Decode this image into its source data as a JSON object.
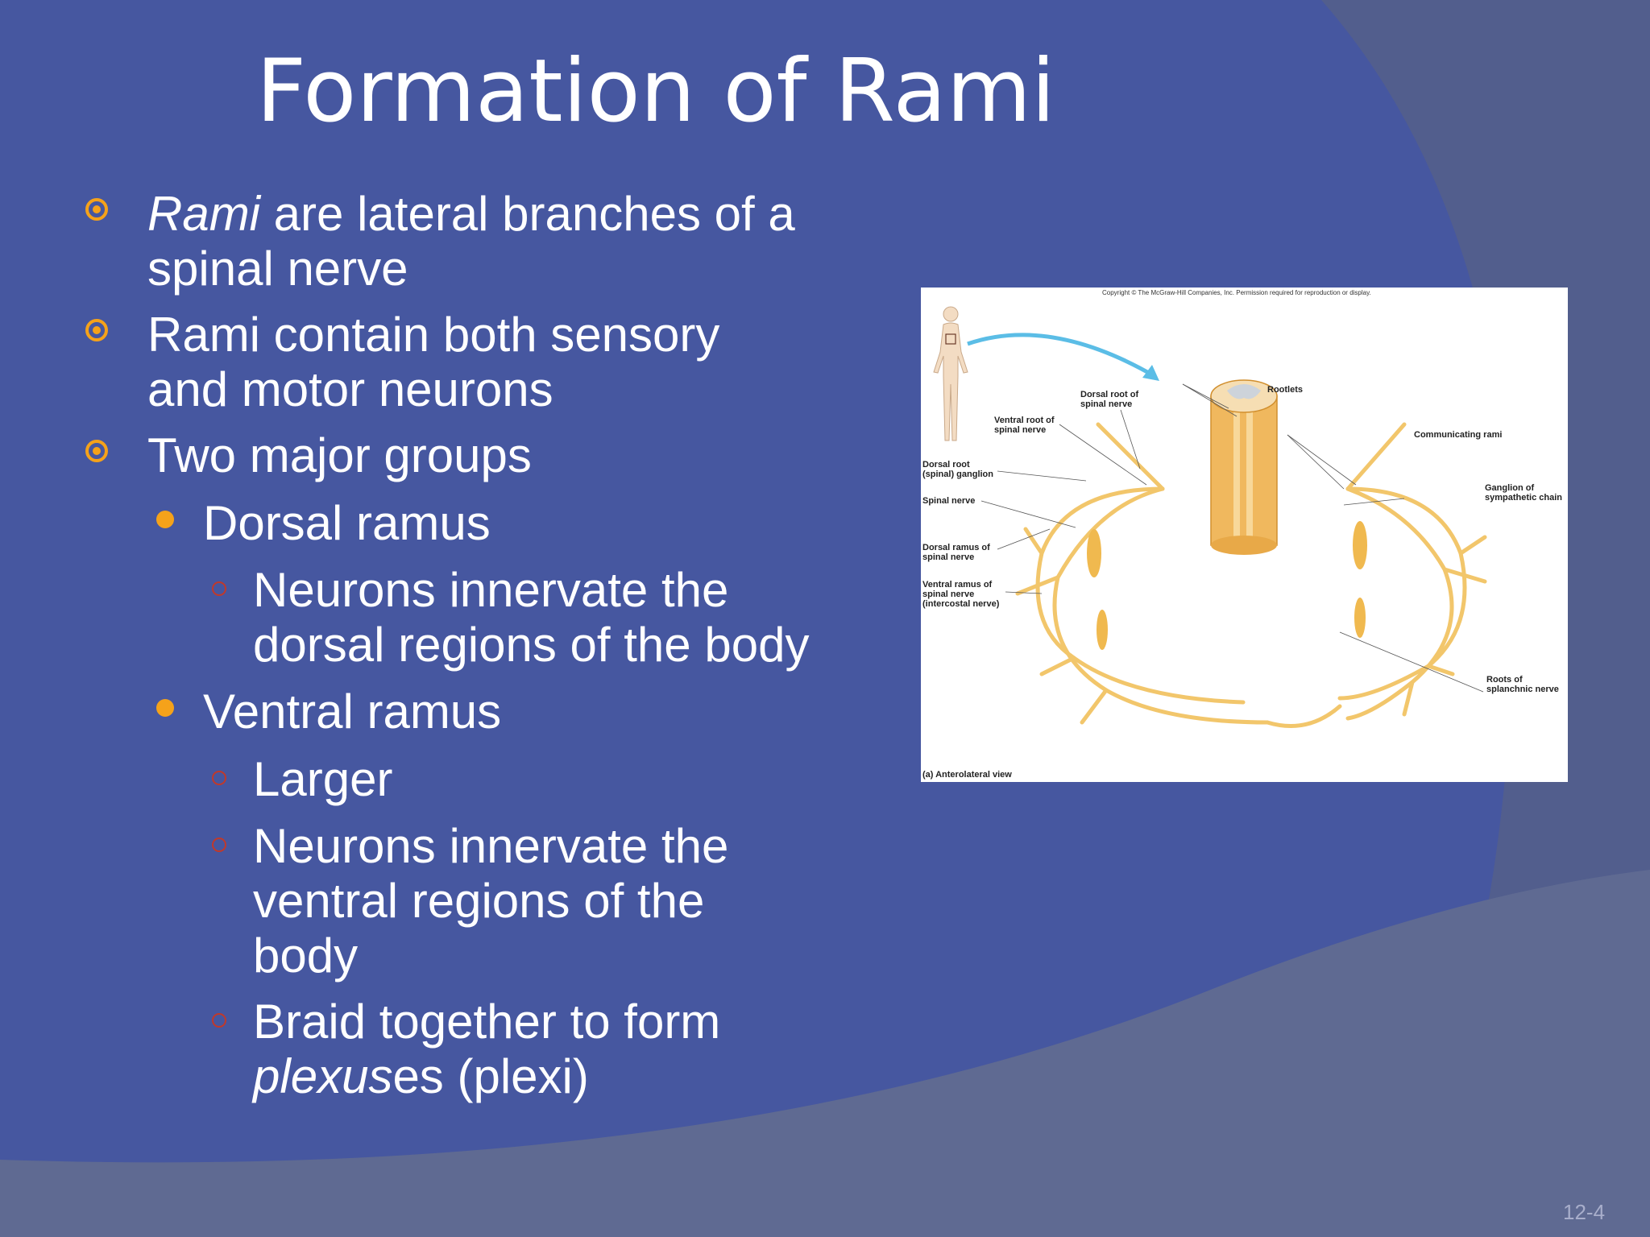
{
  "slide": {
    "title": "Formation of Rami",
    "page_number": "12-4"
  },
  "bullets": [
    {
      "level": 1,
      "lines": [
        {
          "italic": "Rami",
          "rest": " are lateral branches of a"
        },
        {
          "text": "spinal nerve"
        }
      ]
    },
    {
      "level": 1,
      "lines": [
        {
          "text": "Rami contain both sensory"
        },
        {
          "text": "and motor neurons"
        }
      ]
    },
    {
      "level": 1,
      "lines": [
        {
          "text": "Two major groups"
        }
      ]
    },
    {
      "level": 2,
      "lines": [
        {
          "text": "Dorsal ramus"
        }
      ]
    },
    {
      "level": 3,
      "lines": [
        {
          "text": "Neurons innervate the"
        },
        {
          "text": "dorsal regions of the body"
        }
      ]
    },
    {
      "level": 2,
      "lines": [
        {
          "text": "Ventral ramus"
        }
      ]
    },
    {
      "level": 3,
      "lines": [
        {
          "text": "Larger"
        }
      ]
    },
    {
      "level": 3,
      "lines": [
        {
          "text": "Neurons innervate the"
        },
        {
          "text": "ventral regions of the"
        },
        {
          "text": "body"
        }
      ]
    },
    {
      "level": 3,
      "lines": [
        {
          "text": "Braid together to form"
        },
        {
          "italic": "plexus",
          "rest": "es (plexi)"
        }
      ]
    }
  ],
  "figure": {
    "copyright": "Copyright © The McGraw-Hill Companies, Inc. Permission required for reproduction or display.",
    "labels": {
      "dorsal_root": "Dorsal root of\nspinal nerve",
      "ventral_root": "Ventral root of\nspinal nerve",
      "rootlets": "Rootlets",
      "communicating_rami": "Communicating rami",
      "dorsal_root_ganglion": "Dorsal root\n(spinal) ganglion",
      "spinal_nerve": "Spinal nerve",
      "ganglion_sympathetic": "Ganglion of\nsympathetic chain",
      "dorsal_ramus": "Dorsal ramus of\nspinal nerve",
      "ventral_ramus": "Ventral ramus of\nspinal nerve\n(intercostal nerve)",
      "splanchnic": "Roots of\nsplanchnic nerve",
      "view": "(a) Anterolateral view"
    }
  },
  "colors": {
    "background": "#4657a0",
    "bullet_accent": "#f5a21a",
    "sub_bullet": "#c0392b",
    "nerve": "#f2c66b"
  }
}
